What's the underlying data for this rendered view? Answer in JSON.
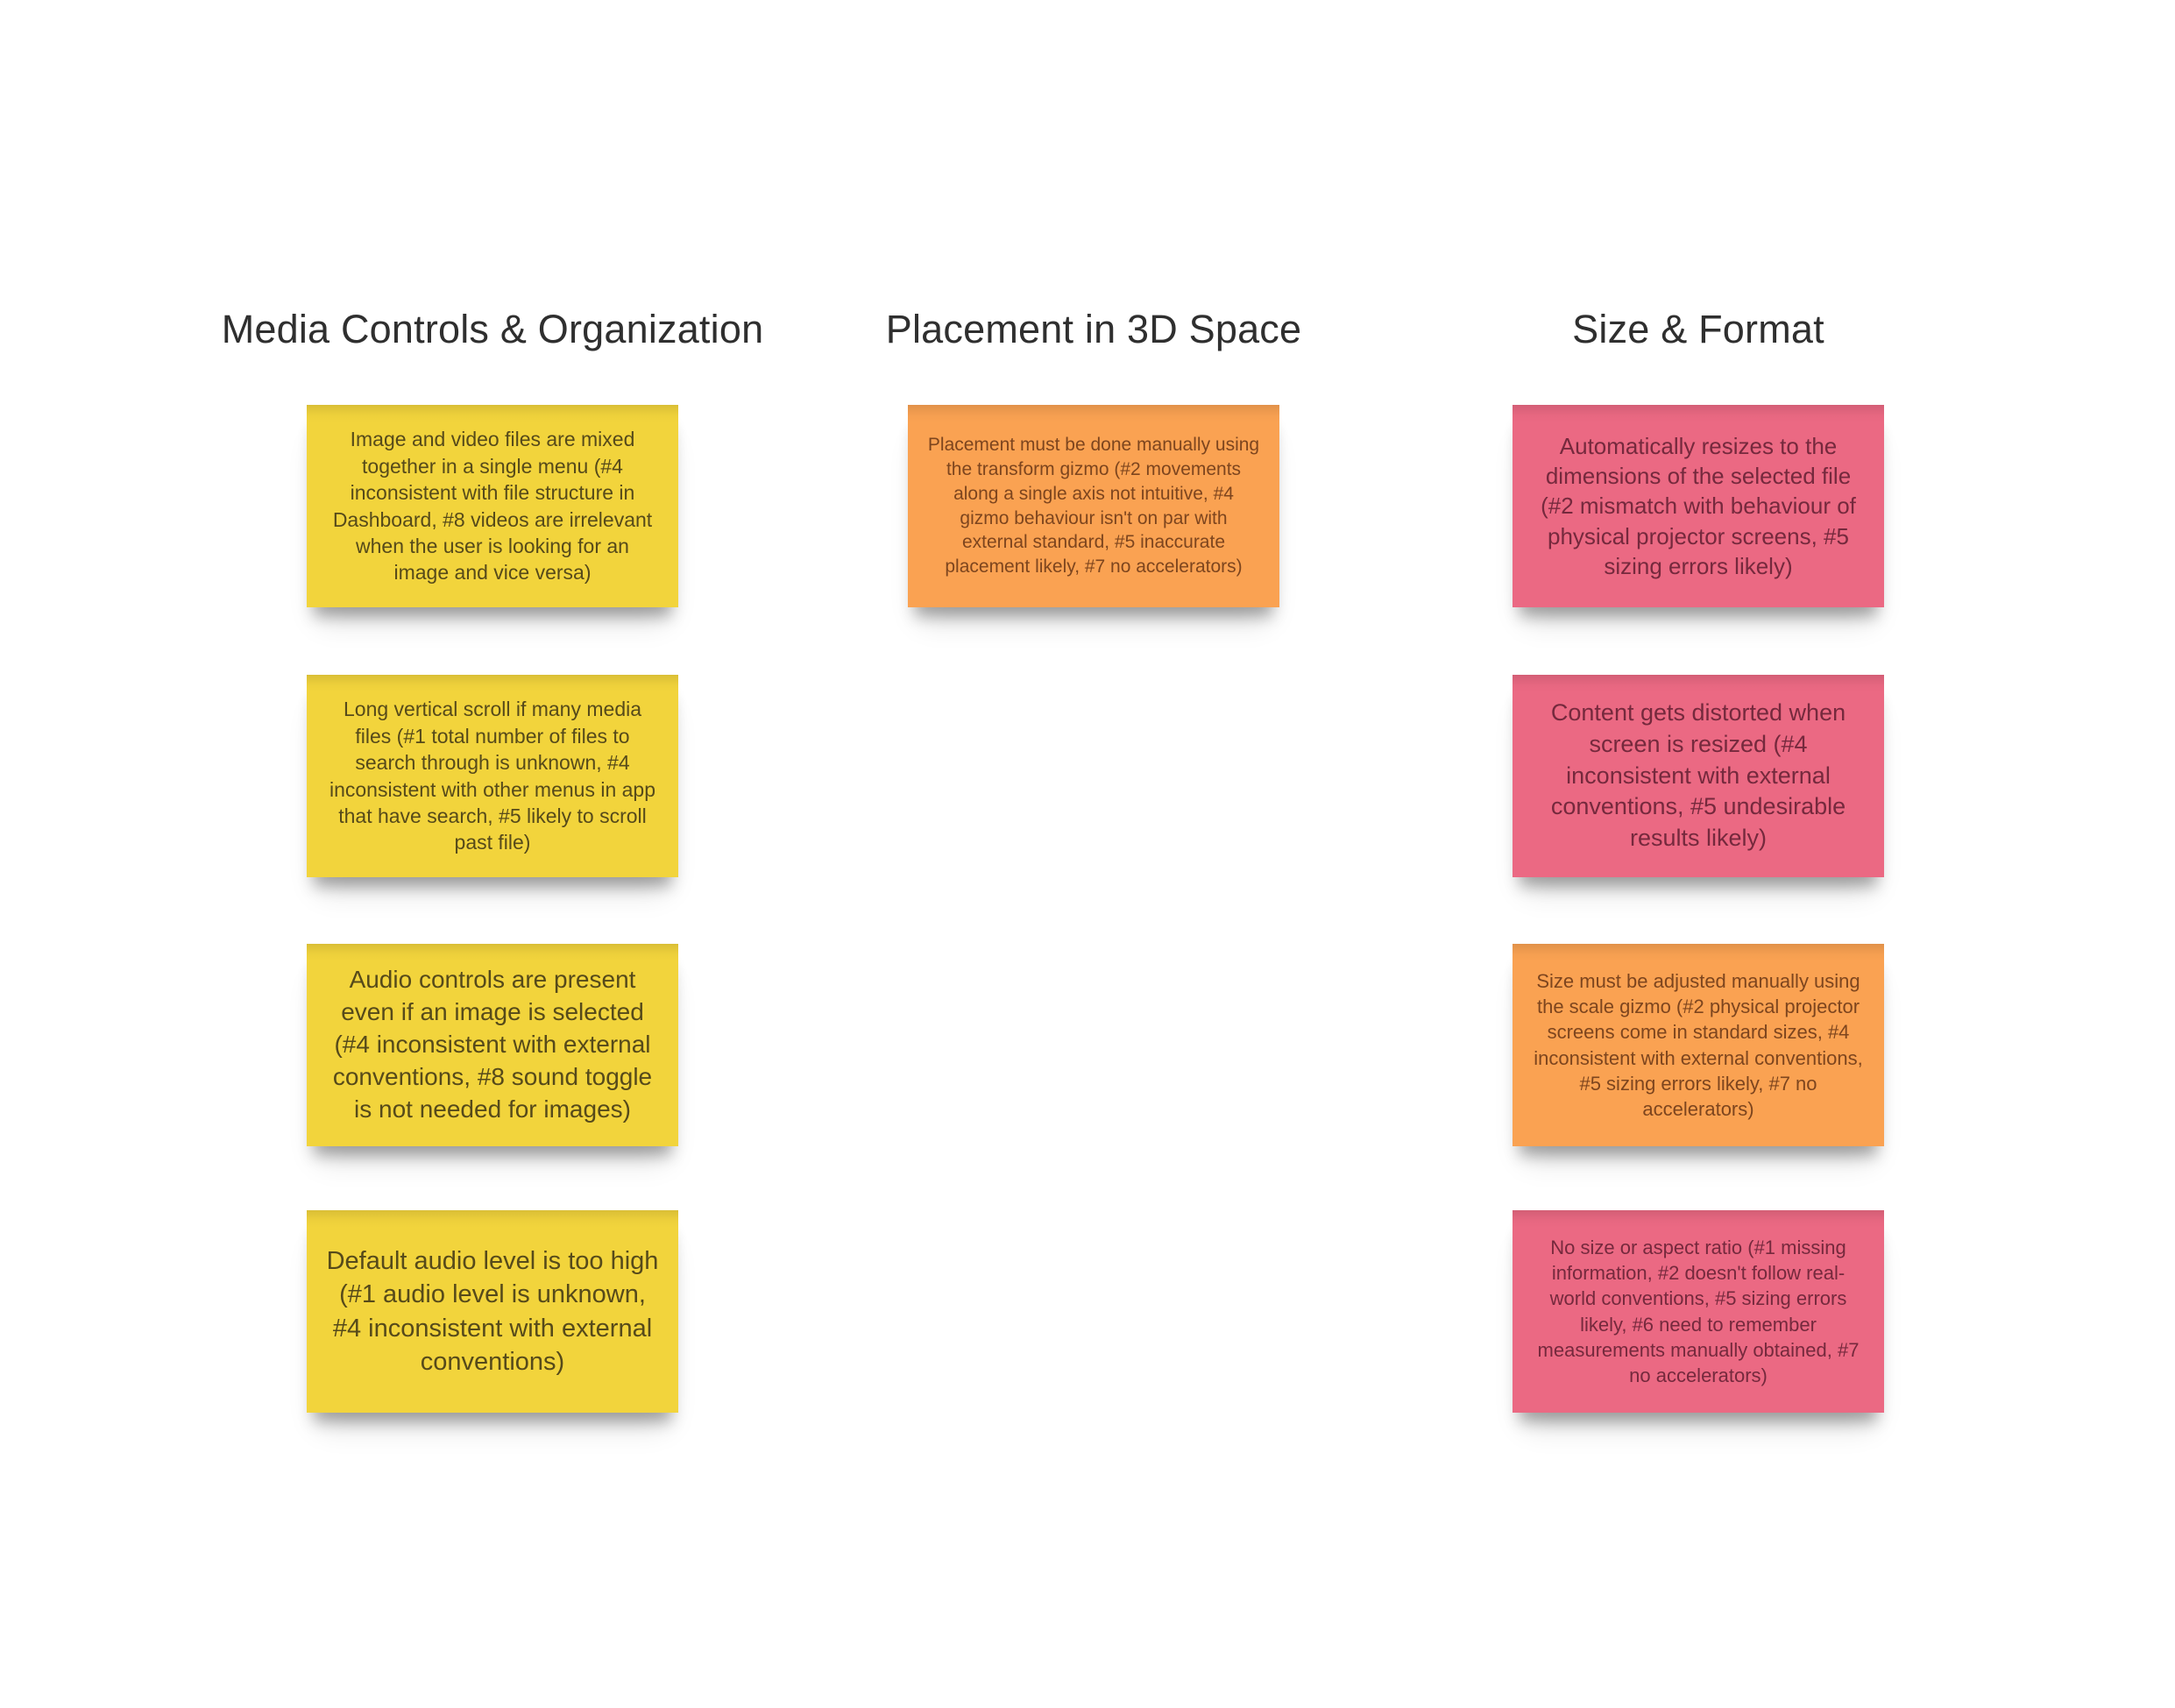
{
  "board": {
    "background": "#ffffff",
    "colors": {
      "yellow": "#F2D43C",
      "orange": "#FAA252",
      "pink": "#EB6983",
      "yellow_text": "#564A1A",
      "orange_text": "#7D451E",
      "pink_text": "#75293D",
      "header_text": "#2F2F2F"
    },
    "columns": [
      {
        "title": "Media Controls & Organization",
        "notes": [
          {
            "color": "yellow",
            "text": "Image and video files are mixed together in a single menu (#4 inconsistent with file structure in Dashboard, #8 videos are irrelevant when the user is looking for an image and vice versa)"
          },
          {
            "color": "yellow",
            "text": "Long vertical scroll if many media files (#1 total number of files to search through is unknown, #4 inconsistent with other menus in app that have search, #5 likely to scroll past file)"
          },
          {
            "color": "yellow",
            "text": "Audio controls are present even if an image is selected (#4 inconsistent with external conventions, #8 sound toggle is not needed for images)"
          },
          {
            "color": "yellow",
            "text": "Default audio level is too high (#1 audio level is unknown, #4 inconsistent with external conventions)"
          }
        ]
      },
      {
        "title": "Placement in 3D Space",
        "notes": [
          {
            "color": "orange",
            "text": "Placement must be done manually using the transform gizmo (#2 movements along a single axis not intuitive, #4 gizmo behaviour isn't on par with external standard, #5 inaccurate placement likely, #7 no accelerators)"
          }
        ]
      },
      {
        "title": "Size & Format",
        "notes": [
          {
            "color": "pink",
            "text": "Automatically resizes to the dimensions of the selected file (#2 mismatch with behaviour of physical projector screens, #5 sizing errors likely)"
          },
          {
            "color": "pink",
            "text": "Content gets distorted when screen is resized (#4 inconsistent with external conventions, #5 undesirable results likely)"
          },
          {
            "color": "orange",
            "text": "Size must be adjusted manually using the scale gizmo (#2 physical projector screens come in standard sizes, #4 inconsistent with external conventions, #5 sizing errors likely, #7 no accelerators)"
          },
          {
            "color": "pink",
            "text": "No size or aspect ratio (#1 missing information, #2 doesn't follow real-world conventions, #5 sizing errors likely, #6 need to remember measurements manually obtained, #7 no accelerators)"
          }
        ]
      }
    ]
  }
}
